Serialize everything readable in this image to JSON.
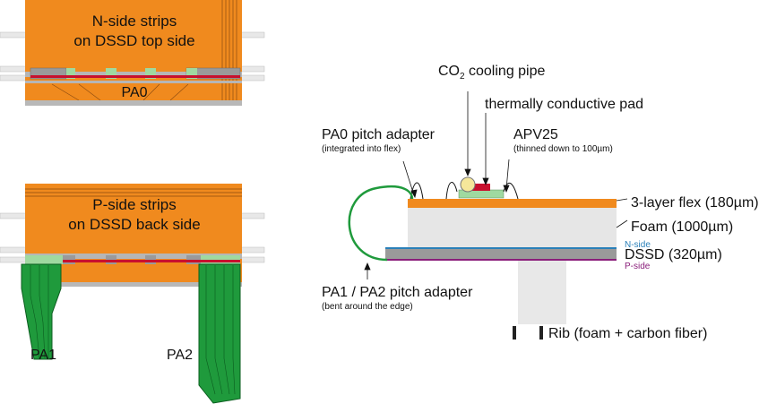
{
  "top_panel": {
    "line1": "N-side strips",
    "line2": "on DSSD top side",
    "pa_label": "PA0",
    "title_color": "#2a6fb0"
  },
  "bottom_panel": {
    "line1": "P-side strips",
    "line2": "on DSSD back side",
    "pa1": "PA1",
    "pa2": "PA2",
    "title_color": "#b01e58"
  },
  "cross_section": {
    "co2_prefix": "CO",
    "co2_sub": "2",
    "co2_suffix": " cooling pipe",
    "thermal_pad": "thermally conductive pad",
    "pa0_title": "PA0 pitch adapter",
    "pa0_note": "(integrated into flex)",
    "apv_title": "APV25",
    "apv_note": "(thinned down to 100µm)",
    "flex": "3-layer flex (180µm)",
    "foam": "Foam (1000µm)",
    "nside": "N-side",
    "dssd": "DSSD (320µm)",
    "pside": "P-side",
    "pa12_title": "PA1 / PA2 pitch adapter",
    "pa12_note": "(bent around the edge)",
    "rib": "Rib (foam + carbon fiber)"
  },
  "colors": {
    "sensor_orange": "#f08a1e",
    "pa_green": "#1f9a3c",
    "apv_green": "#9fd9a0",
    "chip_red": "#c8102e",
    "pipe_yellow": "#f5e79a",
    "gray": "#9a9a9a",
    "foam_gray": "#e6e6e6",
    "nside_blue": "#2a80b9",
    "pside_purple": "#8a1e7a"
  }
}
